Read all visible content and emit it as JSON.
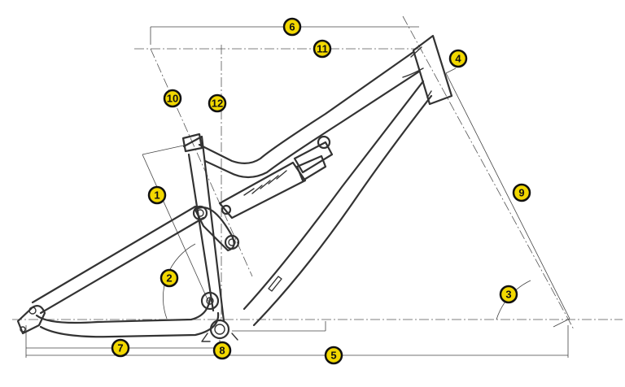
{
  "badges": [
    {
      "id": "1",
      "label": "1"
    },
    {
      "id": "2",
      "label": "2"
    },
    {
      "id": "3",
      "label": "3"
    },
    {
      "id": "4",
      "label": "4"
    },
    {
      "id": "5",
      "label": "5"
    },
    {
      "id": "6",
      "label": "6"
    },
    {
      "id": "7",
      "label": "7"
    },
    {
      "id": "8",
      "label": "8"
    },
    {
      "id": "9",
      "label": "9"
    },
    {
      "id": "10",
      "label": "10"
    },
    {
      "id": "11",
      "label": "11"
    },
    {
      "id": "12",
      "label": "12"
    }
  ],
  "colors": {
    "badge_fill": "#f2d800",
    "badge_outline": "#111111",
    "line": "#333333"
  }
}
